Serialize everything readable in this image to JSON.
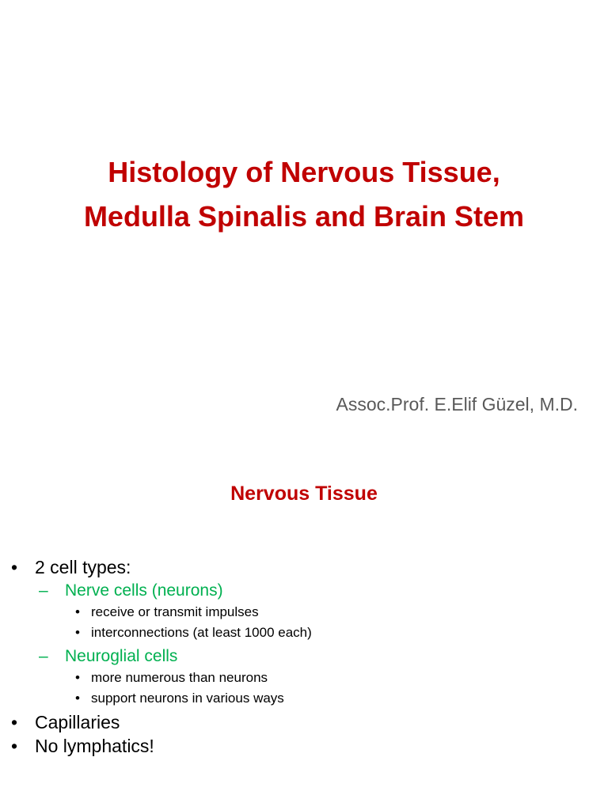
{
  "slide1": {
    "title_line1": "Histology of Nervous Tissue,",
    "title_line2": "Medulla Spinalis and Brain Stem",
    "author": "Assoc.Prof. E.Elif Güzel, M.D."
  },
  "slide2": {
    "title": "Nervous Tissue",
    "bullets": [
      {
        "text": "2 cell types:",
        "sub": [
          {
            "text": "Nerve cells (neurons)",
            "sub": [
              "receive or transmit impulses",
              "interconnections (at least 1000 each)"
            ]
          },
          {
            "text": "Neuroglial cells",
            "sub": [
              "more numerous than neurons",
              "support neurons in various ways"
            ]
          }
        ]
      },
      {
        "text": "Capillaries"
      },
      {
        "text": "No lymphatics!"
      }
    ]
  },
  "colors": {
    "title_red": "#c00000",
    "sub_green": "#00b050",
    "author_gray": "#595959"
  }
}
